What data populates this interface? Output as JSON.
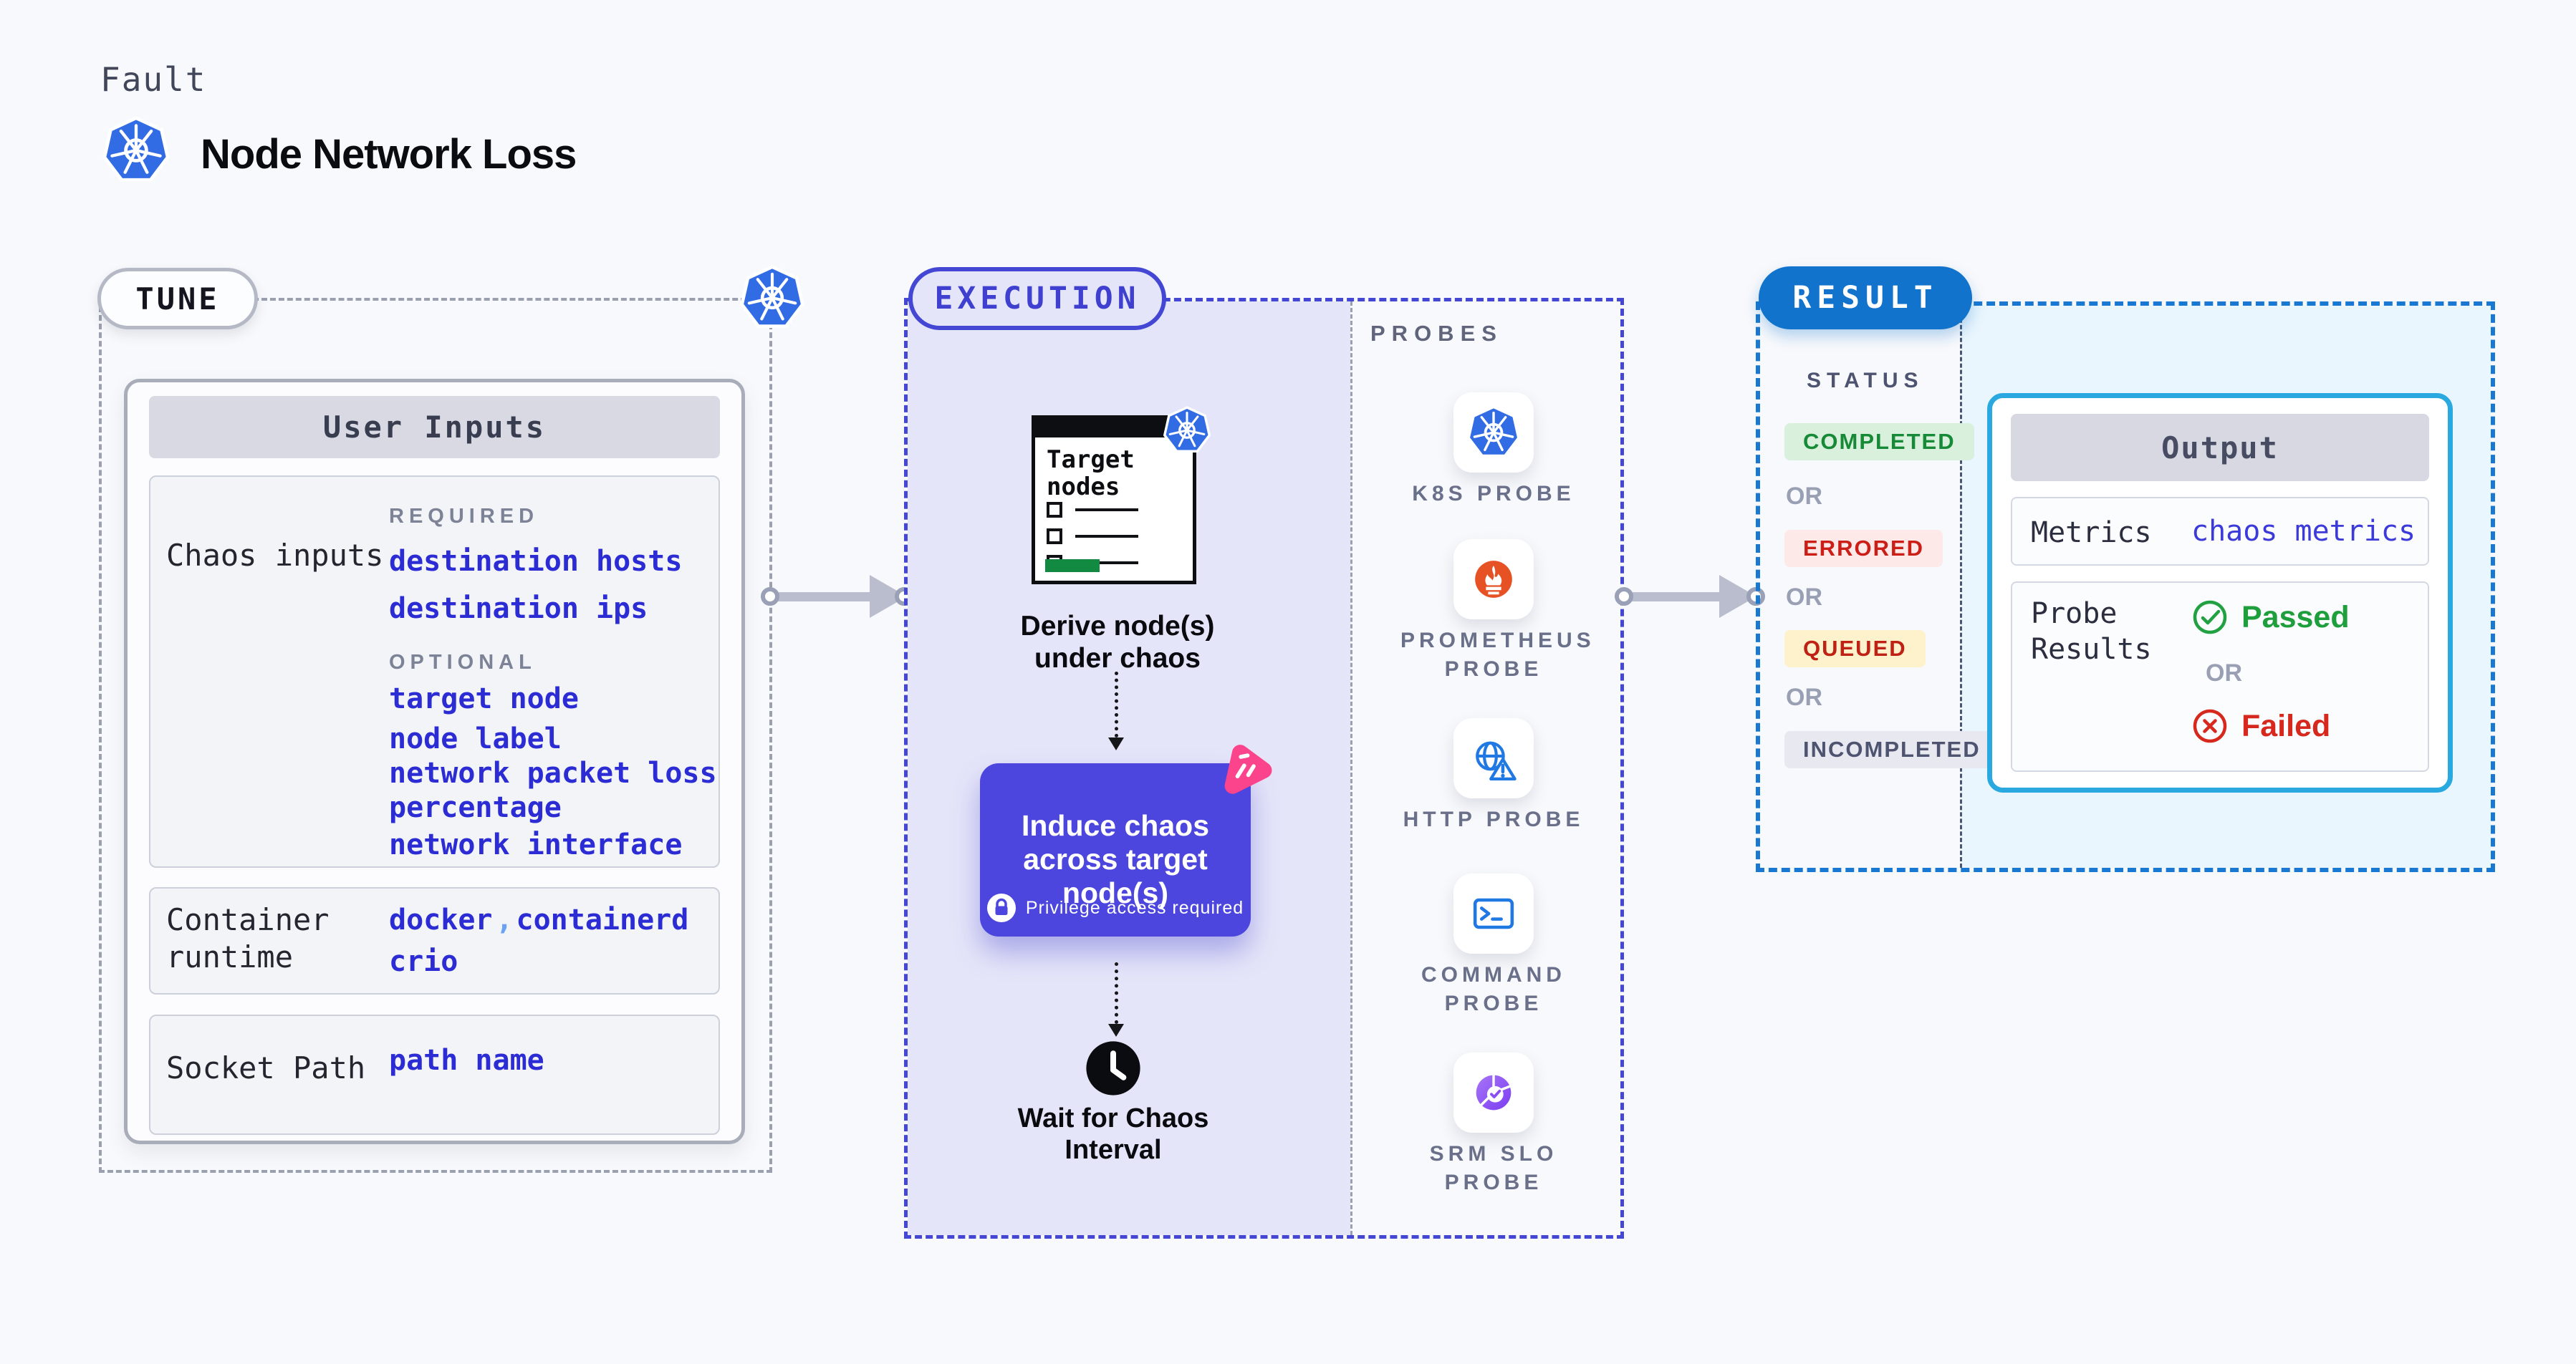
{
  "header": {
    "eyebrow": "Fault",
    "title": "Node Network Loss"
  },
  "tune": {
    "badge": "TUNE",
    "table": {
      "title": "User Inputs",
      "chaos": {
        "label": "Chaos inputs",
        "required_heading": "REQUIRED",
        "required": [
          "destination hosts",
          "destination ips"
        ],
        "optional_heading": "OPTIONAL",
        "optional": [
          "target node",
          "node label",
          "network packet loss percentage",
          "network interface"
        ]
      },
      "runtime": {
        "label": "Container runtime",
        "values": [
          "docker",
          "containerd",
          "crio"
        ],
        "separator": ","
      },
      "socket": {
        "label": "Socket Path",
        "value": "path name"
      }
    }
  },
  "execution": {
    "badge": "EXECUTION",
    "target_card": {
      "title": "Target nodes"
    },
    "derive_caption": "Derive node(s) under chaos",
    "induce": {
      "title": "Induce chaos across target node(s)",
      "note": "Privilege access required"
    },
    "wait_caption": "Wait for Chaos Interval"
  },
  "probes": {
    "heading": "PROBES",
    "items": [
      {
        "label": "K8S PROBE",
        "icon": "kubernetes-icon"
      },
      {
        "label": "PROMETHEUS PROBE",
        "icon": "prometheus-icon"
      },
      {
        "label": "HTTP PROBE",
        "icon": "globe-alert-icon"
      },
      {
        "label": "COMMAND PROBE",
        "icon": "terminal-icon"
      },
      {
        "label": "SRM SLO PROBE",
        "icon": "slo-donut-check-icon"
      }
    ]
  },
  "result": {
    "badge": "RESULT",
    "status_heading": "STATUS",
    "or_label": "OR",
    "statuses": [
      {
        "label": "COMPLETED",
        "tone": "green"
      },
      {
        "label": "ERRORED",
        "tone": "red"
      },
      {
        "label": "QUEUED",
        "tone": "yellow"
      },
      {
        "label": "INCOMPLETED",
        "tone": "gray"
      }
    ],
    "output": {
      "title": "Output",
      "metrics_label": "Metrics",
      "metrics_value": "chaos metrics",
      "probe_results_label": "Probe Results",
      "passed_label": "Passed",
      "failed_label": "Failed"
    }
  },
  "colors": {
    "kubernetes_blue": "#326ce5",
    "execution_indigo": "#4347d3",
    "link_blue": "#2c2cd5",
    "result_blue": "#1273cd",
    "output_border_cyan": "#29a9e0",
    "passed_green": "#1f9e3c",
    "failed_red": "#d6281c",
    "litmus_pink": "#fb448c",
    "prometheus_orange": "#e75225"
  }
}
